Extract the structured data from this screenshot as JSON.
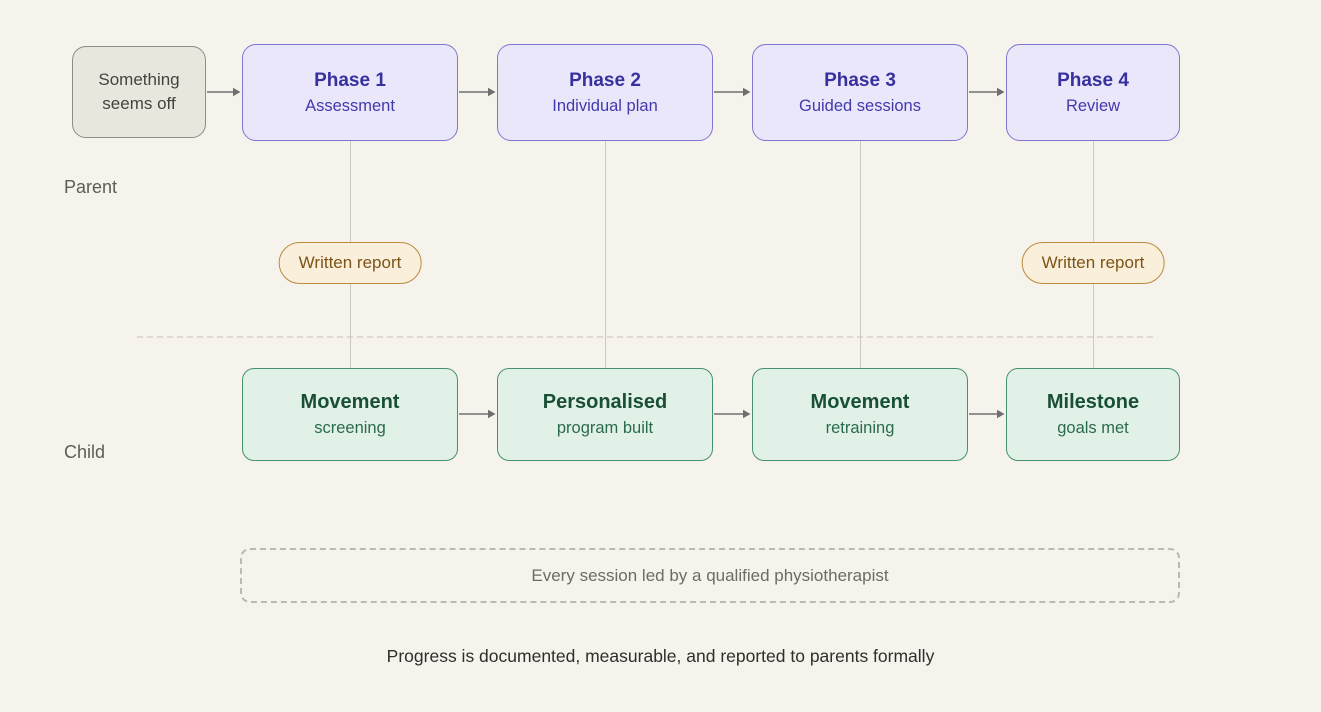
{
  "lanes": {
    "parent": "Parent",
    "child": "Child"
  },
  "start_box": {
    "text": "Something seems off"
  },
  "phases": [
    {
      "title": "Phase 1",
      "subtitle": "Assessment"
    },
    {
      "title": "Phase 2",
      "subtitle": "Individual plan"
    },
    {
      "title": "Phase 3",
      "subtitle": "Guided sessions"
    },
    {
      "title": "Phase 4",
      "subtitle": "Review"
    }
  ],
  "report_badge": {
    "label": "Written report",
    "attached_to": [
      "Phase 1",
      "Phase 4"
    ]
  },
  "child_steps": [
    {
      "title": "Movement",
      "subtitle": "screening"
    },
    {
      "title": "Personalised",
      "subtitle": "program built"
    },
    {
      "title": "Movement",
      "subtitle": "retraining"
    },
    {
      "title": "Milestone",
      "subtitle": "goals met"
    }
  ],
  "banner": {
    "text": "Every session led by a qualified physiotherapist"
  },
  "caption": {
    "text": "Progress is documented, measurable, and reported to parents formally"
  },
  "colors": {
    "background": "#f6f3ed",
    "phase_fill": "#eae7fb",
    "phase_border": "#7e76cf",
    "phase_text": "#37309e",
    "child_fill": "#e2f1e8",
    "child_border": "#44926b",
    "child_text": "#184f36",
    "start_fill": "#e8e6dd",
    "start_border": "#8d8d84",
    "badge_fill": "#f9efda",
    "badge_border": "#bb8a3e",
    "badge_text": "#7d5417",
    "arrow": "#6f6f6f"
  }
}
